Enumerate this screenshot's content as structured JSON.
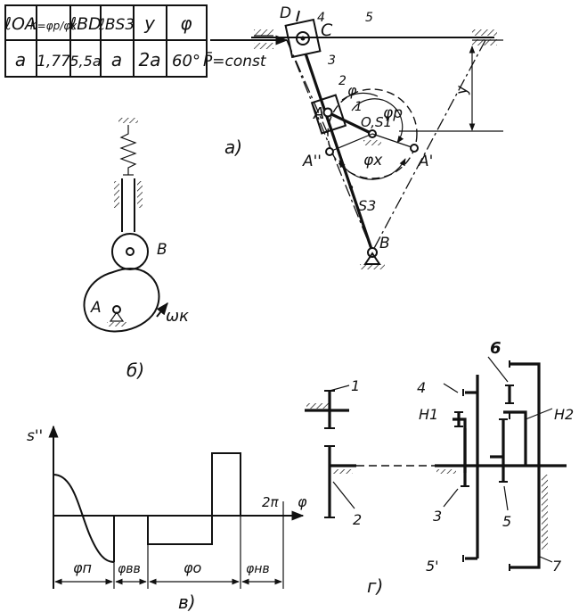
{
  "table": {
    "headers": [
      "ℓOA",
      "K=φp/φx",
      "ℓBD",
      "ℓBS3",
      "y",
      "φ"
    ],
    "values": [
      "a",
      "1,77",
      "5,5a",
      "a",
      "2a",
      "60°"
    ]
  },
  "fig_a": {
    "caption": "а)",
    "force": "P̄=const",
    "points": {
      "D": "D",
      "C": "C",
      "A": "A",
      "A2": "A''",
      "A1": "A'",
      "B": "B",
      "O": "O,S1",
      "S3": "S3"
    },
    "links": {
      "l1": "1",
      "l2": "2",
      "l3": "3",
      "l4": "4",
      "l5": "5"
    },
    "angles": {
      "phi": "φ",
      "phip": "φp",
      "phix": "φx"
    },
    "dim": "y"
  },
  "fig_b": {
    "caption": "б)",
    "labels": {
      "A": "A",
      "B": "B",
      "omega": "ωк"
    }
  },
  "fig_v": {
    "caption": "в)",
    "ylabel": "s''",
    "xlabel": "φ",
    "period": "2π",
    "phases": [
      "φп",
      "φвв",
      "φо",
      "φнв"
    ]
  },
  "fig_g": {
    "caption": "г)",
    "labels": {
      "n1": "1",
      "n2": "2",
      "n3": "3",
      "n4": "4",
      "n5": "5",
      "n5p": "5'",
      "n6": "6",
      "n7": "7",
      "H1": "H1",
      "H2": "H2"
    }
  }
}
